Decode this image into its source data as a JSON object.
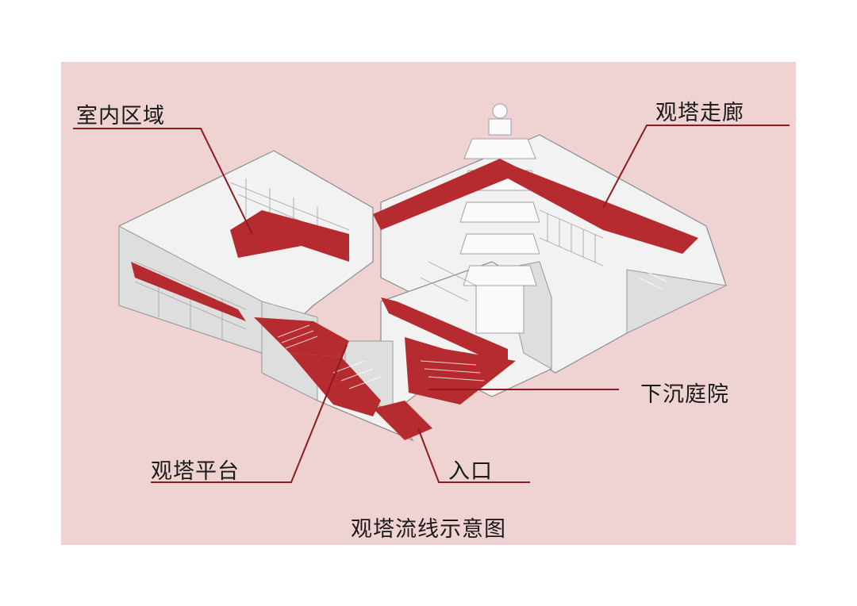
{
  "colors": {
    "panel_bg": "#efd3d3",
    "route_red": "#b52b2f",
    "leader_line": "#8e1b1f",
    "building_fill": "#f2f2f2",
    "building_shade": "#dedede",
    "building_line": "#8a8a8a"
  },
  "labels": {
    "indoor": "室内区域",
    "corridor": "观塔走廊",
    "courtyard": "下沉庭院",
    "platform": "观塔平台",
    "entrance": "入口"
  },
  "caption": "观塔流线示意图"
}
